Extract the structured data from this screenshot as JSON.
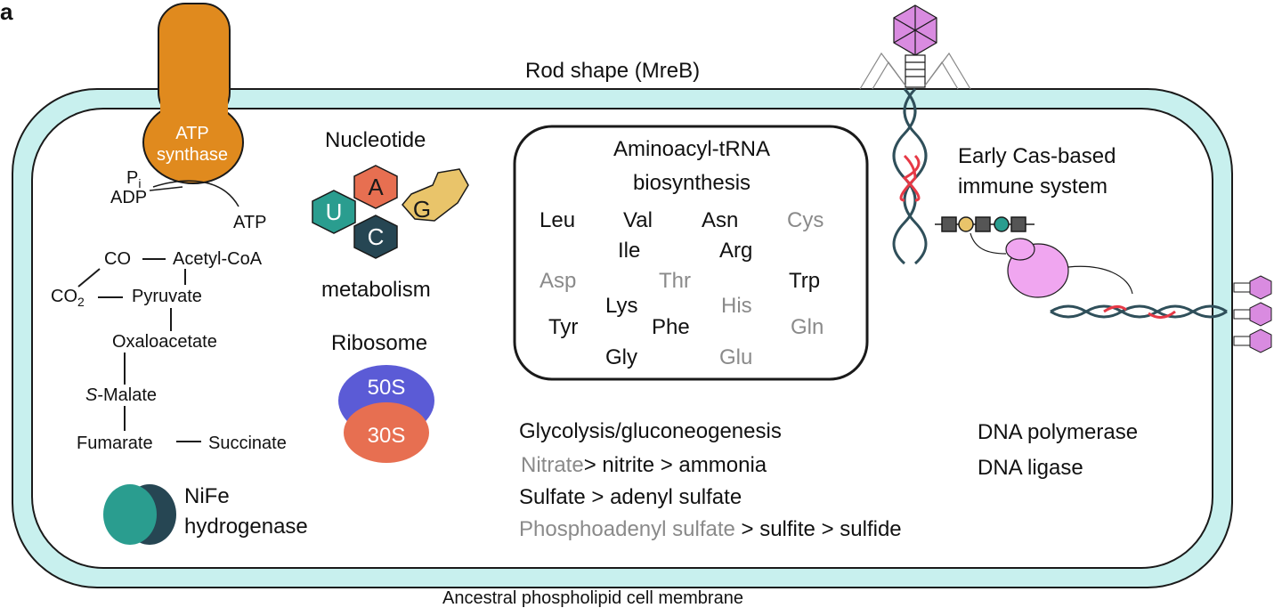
{
  "panel_label": "a",
  "cell": {
    "shape_label": "Rod shape (MreB)",
    "membrane_label": "Ancestral phospholipid cell membrane"
  },
  "atp_synthase": {
    "line1": "ATP",
    "line2": "synthase",
    "pi": "P",
    "pi_sub": "i",
    "adp": "ADP",
    "atp": "ATP"
  },
  "pathway": {
    "co": "CO",
    "acetyl_coa": "Acetyl-CoA",
    "co2": "CO",
    "co2_sub": "2",
    "pyruvate": "Pyruvate",
    "oxaloacetate": "Oxaloacetate",
    "malate_prefix": "S",
    "malate": "-Malate",
    "fumarate": "Fumarate",
    "succinate": "Succinate"
  },
  "nucleotide": {
    "title": "Nucleotide",
    "subtitle": "metabolism",
    "bases": [
      "A",
      "U",
      "C",
      "G"
    ]
  },
  "ribosome": {
    "title": "Ribosome",
    "large": "50S",
    "small": "30S"
  },
  "trna": {
    "title1": "Aminoacyl-tRNA",
    "title2": "biosynthesis",
    "amino_acids": [
      {
        "name": "Leu",
        "grey": false
      },
      {
        "name": "Val",
        "grey": false
      },
      {
        "name": "Asn",
        "grey": false
      },
      {
        "name": "Cys",
        "grey": true
      },
      {
        "name": "Ile",
        "grey": false
      },
      {
        "name": "Arg",
        "grey": false
      },
      {
        "name": "Asp",
        "grey": true
      },
      {
        "name": "Thr",
        "grey": true
      },
      {
        "name": "Trp",
        "grey": false
      },
      {
        "name": "Lys",
        "grey": false
      },
      {
        "name": "His",
        "grey": true
      },
      {
        "name": "Tyr",
        "grey": false
      },
      {
        "name": "Phe",
        "grey": false
      },
      {
        "name": "Gln",
        "grey": true
      },
      {
        "name": "Gly",
        "grey": false
      },
      {
        "name": "Glu",
        "grey": true
      }
    ]
  },
  "metabolism": {
    "glycolysis": "Glycolysis/gluconeogenesis",
    "nitrate": "Nitrate",
    "nitrite": "> nitrite > ammonia",
    "sulfate": "Sulfate > adenyl sulfate",
    "phosphoadenyl": "Phosphoadenyl sulfate",
    "sulfide": " > sulfite > sulfide"
  },
  "immune": {
    "line1": "Early Cas-based",
    "line2": "immune system"
  },
  "dna": {
    "polymerase": "DNA polymerase",
    "ligase": "DNA ligase"
  },
  "hydrogenase": {
    "line1": "NiFe",
    "line2": "hydrogenase"
  },
  "colors": {
    "membrane_fill": "#c8f0ee",
    "membrane_stroke": "#1a1a1a",
    "atp_orange": "#e08a1e",
    "teal": "#2a9d8f",
    "dark_slate": "#264653",
    "base_a": "#e76f51",
    "base_g": "#e9c46a",
    "ribo_50s": "#5b5bd6",
    "ribo_30s": "#e76f51",
    "cas_pink": "#f0a6f0",
    "phage_purple": "#d98be0",
    "dna_red": "#e63946",
    "dna_dark": "#2f4f5a",
    "grey_text": "#8a8a8a"
  }
}
